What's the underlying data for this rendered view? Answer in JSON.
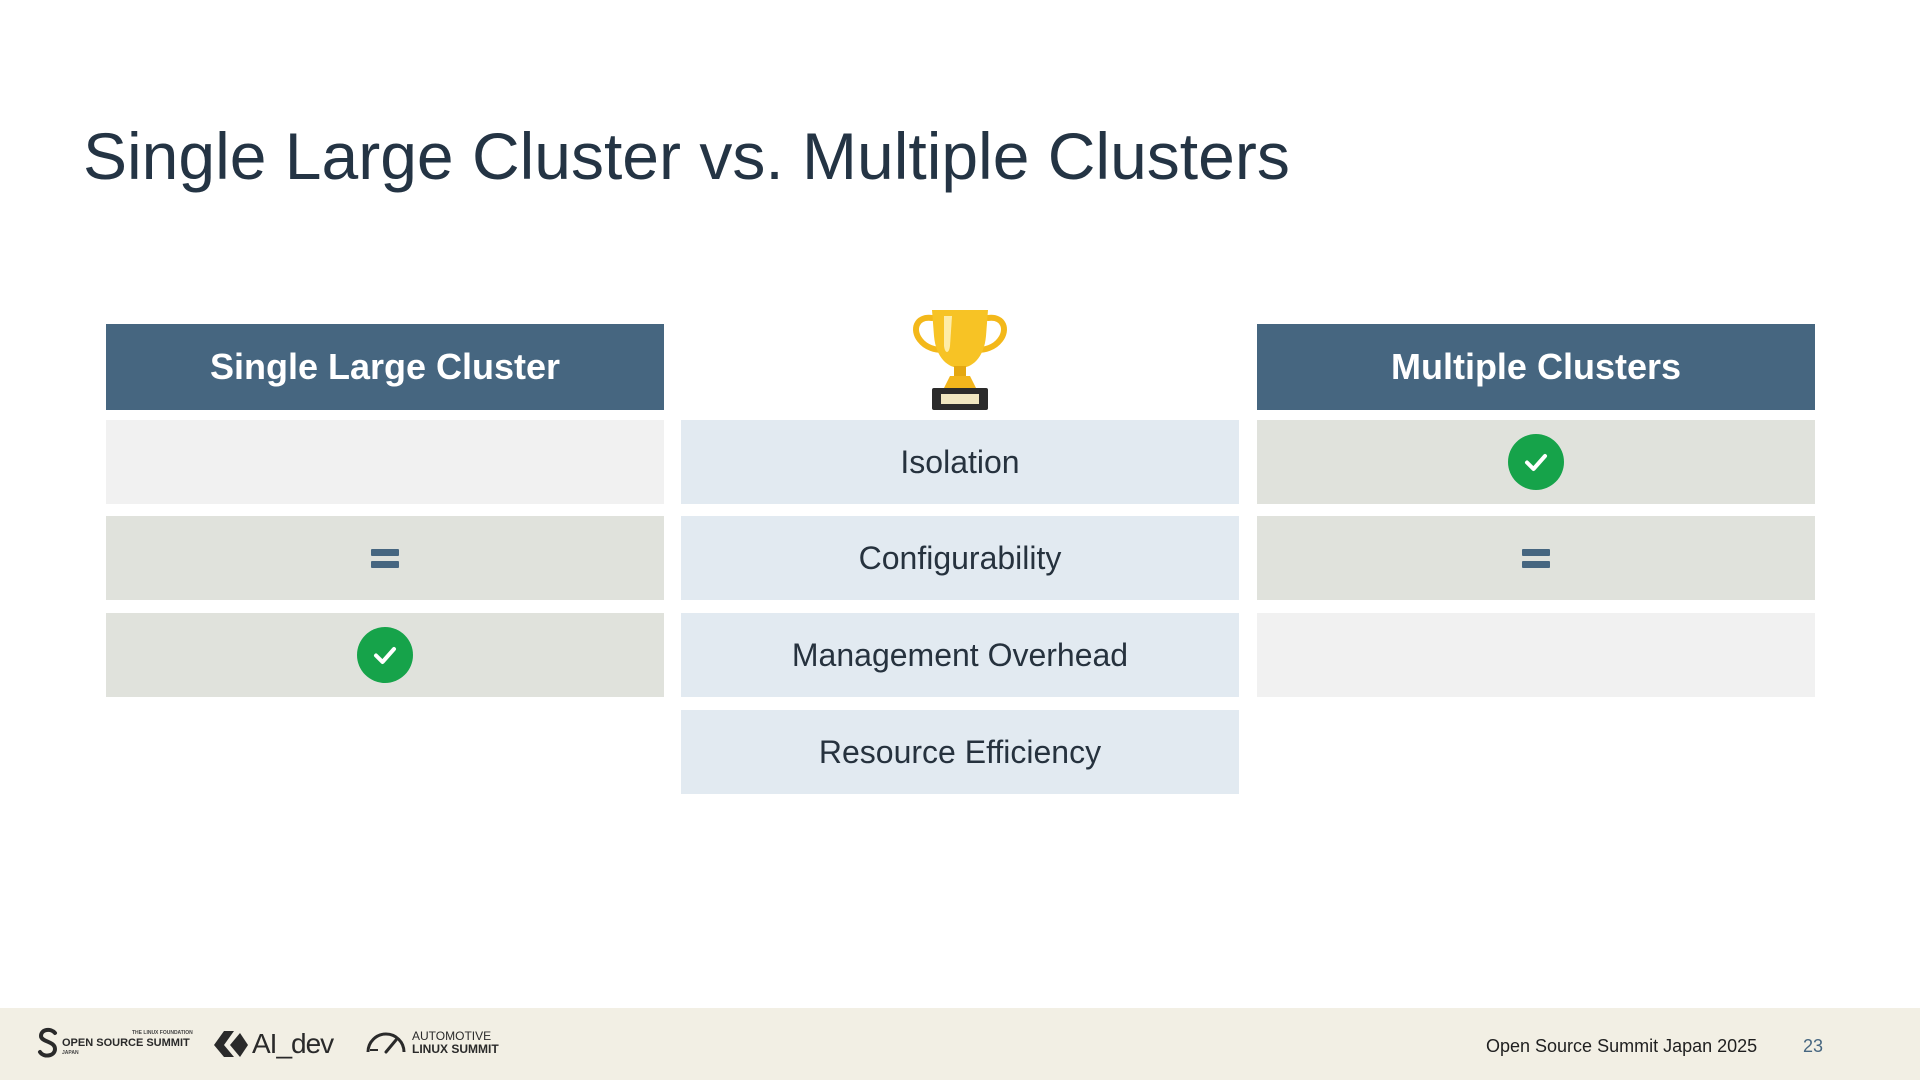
{
  "title": "Single Large Cluster vs. Multiple Clusters",
  "columns": {
    "left_header": "Single Large Cluster",
    "right_header": "Multiple Clusters"
  },
  "criteria": [
    {
      "label": "Isolation",
      "single": "none",
      "multiple": "check"
    },
    {
      "label": "Configurability",
      "single": "equal",
      "multiple": "equal"
    },
    {
      "label": "Management Overhead",
      "single": "check",
      "multiple": "none"
    },
    {
      "label": "Resource Efficiency",
      "single": "",
      "multiple": ""
    }
  ],
  "icons": {
    "winner": "trophy-icon",
    "better": "check-circle-icon",
    "tie": "equals-icon"
  },
  "colors": {
    "header_bg": "#466680",
    "criterion_bg": "#e2eaf1",
    "winner_cell_bg": "#e0e2dc",
    "empty_cell_bg": "#f1f1f1",
    "check_green": "#16a34a",
    "footer_bg": "#f2efe4"
  },
  "footer": {
    "logos": {
      "oss": "OPEN SOURCE SUMMIT",
      "oss_top": "THE LINUX FOUNDATION",
      "oss_sub": "JAPAN",
      "aidev": "AI_dev",
      "als_line1": "AUTOMOTIVE",
      "als_line2": "LINUX SUMMIT"
    },
    "event": "Open Source Summit Japan 2025",
    "page": "23"
  }
}
